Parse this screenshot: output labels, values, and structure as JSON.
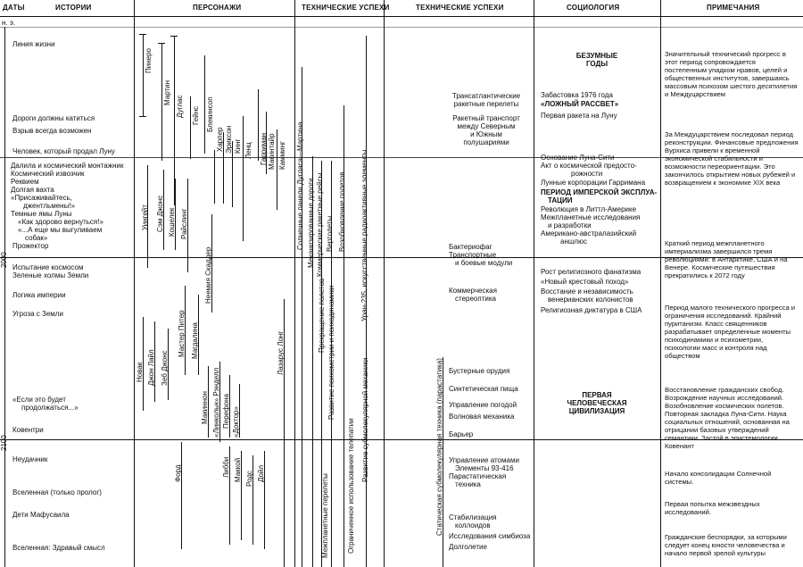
{
  "headers": {
    "dates": "ДАТЫ",
    "stories": "ИСТОРИИ",
    "characters": "ПЕРСОНАЖИ",
    "tech1": "ТЕХНИЧЕСКИЕ УСПЕХИ",
    "tech2": "ТЕХНИЧЕСКИЕ УСПЕХИ",
    "sociology": "СОЦИОЛОГИЯ",
    "notes": "ПРИМЕЧАНИЯ"
  },
  "era": "н. э.",
  "years": {
    "y2000": "2000",
    "y2100": "2100"
  },
  "stories": [
    "Линия жизни",
    "Дороги должны катиться",
    "Взрыв всегда возможен",
    "Человек, который продал Луну",
    "Далила и космический монтажник",
    "Космический извозчик",
    "Реквием",
    "Долгая вахта",
    "«Присаживайтесь,",
    "джентльмены!»",
    "Темные ямы Луны",
    "«Как здорово вернуться!»",
    "«...А еще мы выгуливаем",
    "собак»",
    "Прожектор",
    "Испытание космосом",
    "Зеленые холмы Земли",
    "Логика империи",
    "Угроза с Земли",
    "«Если это будет",
    "продолжаться...»",
    "Ковентри",
    "Неудачник",
    "Вселенная (только пролог)",
    "Дети Мафусаила",
    "Вселенная: Здравый смысл"
  ],
  "characters": [
    "Пинеро",
    "Мартин",
    "Дуглас",
    "Гейнс",
    "Блекинсоп",
    "Харпер",
    "Эриксон",
    "Кинг",
    "Ленц",
    "Гарриман",
    "Макинтайр",
    "Камминг",
    "Уингейт",
    "Сэм Джонс",
    "Кошелек",
    "Райслинг",
    "Неемия Скаддер",
    "Новак",
    "Джон Лайл",
    "Зеб Джонс",
    "Мастер Питер",
    "Магдалина",
    "Макиннон",
    "«Линкольн» Рэнделл",
    "Перефона",
    "«Доктор»",
    "Лазарус Лонг",
    "Форд",
    "Либби",
    "Маккой",
    "Родс",
    "Дойл"
  ],
  "tech_vertical": [
    "Солнечные панели Дугласа—Мартина",
    "Механизированные дороги",
    "Коммерческие ракетные рейсы",
    "Вертолеты",
    "Возобновление полетов",
    "Уран-235, искусственные радиоактивные элементы",
    "Прекращение полетов",
    "Развитие психометрии и психодинамики",
    "Ограниченное использование телепатии",
    "Развитие субмолекулярной механики",
    "Межпланетные перелеты",
    "Статическая субмолекулярная техника (парастатика)"
  ],
  "tech2": [
    "Трансатлантические",
    "ракетные перелеты",
    "Ракетный транспорт",
    "между Северным",
    "и Южным",
    "полушариями",
    "Бактериофаг",
    "Транспортные",
    "и боевые модули",
    "Коммерческая",
    "стереоптика",
    "Бустерные орудия",
    "Синтетическая пища",
    "Управление погодой",
    "Волновая механика",
    "Барьер",
    "Управление атомами",
    "Элементы 93-416",
    "Парастатическая",
    "техника",
    "Стабилизация",
    "коллоидов",
    "Исследования симбиоза",
    "Долголетие"
  ],
  "sociology": [
    "БЕЗУМНЫЕ",
    "ГОДЫ",
    "Забастовка 1976 года",
    "«ЛОЖНЫЙ РАССВЕТ»",
    "Первая ракета на Луну",
    "Основание Луна-Сити",
    "Акт о космической предосто-",
    "рожности",
    "Лунные корпорации Гарримана",
    "ПЕРИОД ИМПЕРСКОЙ ЭКСПЛУА-",
    "ТАЦИИ",
    "Революция в Литтл-Америке",
    "Межпланетные исследования",
    "и разработки",
    "Американо-австралазийский",
    "аншлюс",
    "Рост религиозного фанатизма",
    "«Новый крестовый поход»",
    "Восстание и независимость",
    "венерианских колонистов",
    "Религиозная диктатура в США",
    "ПЕРВАЯ",
    "ЧЕЛОВЕЧЕСКАЯ",
    "ЦИВИЛИЗАЦИЯ"
  ],
  "notes": [
    "Значительный технический прогресс в этот период сопровождается постепенным упадком нравов, целей и общественных институтов, завершаясь массовым психозом шестого десятилетия и Междуцарствием",
    "За Междуцарствием последовал период реконструкции. Финансовые предложения Вурхиса привели к временной экономической стабильности и возможности переориентации. Это закончилось открытием новых рубежей и возвращением к экономике XIX века",
    "Краткий период межпланетного империализма завершился тремя революциями: в Антарктике, США и на Венере. Космические путешествия прекратились к 2072 году",
    "Период малого технического прогресса и ограничения исследований. Крайний пуританизм. Класс священников разрабатывает определенные моменты психодинамики и психометрии, психологии масс и контроля над обществом",
    "Восстановление гражданских свобод. Возрождение научных исследований. Возобновление космических полетов. Повторная закладка Луна-Сити. Наука социальных отношений, основанная на отрицании базовых утверждений семантики. Застой в эпистемологии. Ковенант",
    "Начало консолидации Солнечной системы.",
    "Первая попытка межзвездных исследований.",
    "Гражданские беспорядки, за которыми следует конец юности человечества и начало первой зрелой культуры"
  ]
}
